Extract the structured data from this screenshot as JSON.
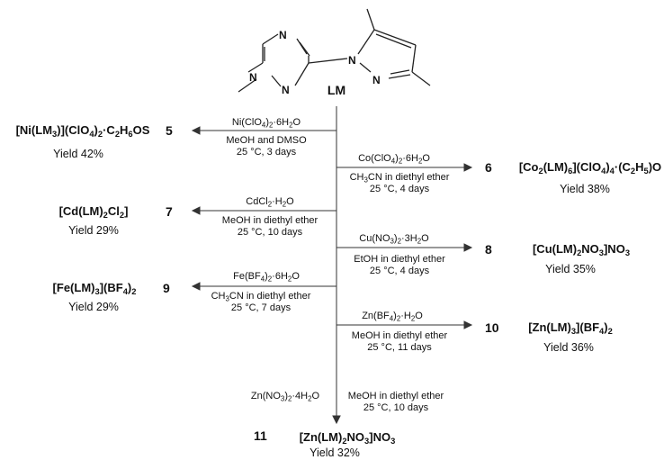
{
  "ligand": {
    "name": "LM",
    "atoms": [
      "N",
      "N",
      "N",
      "N",
      "N"
    ]
  },
  "reactions": [
    {
      "id": "r5",
      "number": "5",
      "product": [
        [
          "[Ni(LM",
          ""
        ],
        [
          "3",
          true
        ],
        [
          ")](ClO",
          ""
        ],
        [
          "4",
          true
        ],
        [
          ")",
          ""
        ],
        [
          "2",
          true
        ],
        [
          "·C",
          ""
        ],
        [
          "2",
          true
        ],
        [
          "H",
          ""
        ],
        [
          "6",
          true
        ],
        [
          "OS",
          ""
        ]
      ],
      "yield": "Yield 42%",
      "reagent": [
        [
          "Ni(ClO",
          ""
        ],
        [
          "4",
          true
        ],
        [
          ")",
          ""
        ],
        [
          "2",
          true
        ],
        [
          "·6H",
          ""
        ],
        [
          "2",
          true
        ],
        [
          "O",
          ""
        ]
      ],
      "conditions": [
        "MeOH and DMSO",
        "25 °C, 3 days"
      ]
    },
    {
      "id": "r6",
      "number": "6",
      "product": [
        [
          "[Co",
          ""
        ],
        [
          "2",
          true
        ],
        [
          "(LM)",
          ""
        ],
        [
          "6",
          true
        ],
        [
          "](ClO",
          ""
        ],
        [
          "4",
          true
        ],
        [
          ")",
          ""
        ],
        [
          "4",
          true
        ],
        [
          "·(C",
          ""
        ],
        [
          "2",
          true
        ],
        [
          "H",
          ""
        ],
        [
          "5",
          true
        ],
        [
          ")O",
          ""
        ]
      ],
      "yield": "Yield 38%",
      "reagent": [
        [
          "Co(ClO",
          ""
        ],
        [
          "4",
          true
        ],
        [
          ")",
          ""
        ],
        [
          "2",
          true
        ],
        [
          "·6H",
          ""
        ],
        [
          "2",
          true
        ],
        [
          "O",
          ""
        ]
      ],
      "conditions": [
        [
          [
            "CH",
            ""
          ],
          [
            "3",
            true
          ],
          [
            "CN in diethyl ether",
            ""
          ]
        ],
        "25 °C, 4 days"
      ]
    },
    {
      "id": "r7",
      "number": "7",
      "product": [
        [
          "[Cd(LM)",
          ""
        ],
        [
          "2",
          true
        ],
        [
          "Cl",
          ""
        ],
        [
          "2",
          true
        ],
        [
          "]",
          ""
        ]
      ],
      "yield": "Yield 29%",
      "reagent": [
        [
          "CdCl",
          ""
        ],
        [
          "2",
          true
        ],
        [
          "·H",
          ""
        ],
        [
          "2",
          true
        ],
        [
          "O",
          ""
        ]
      ],
      "conditions": [
        "MeOH in diethyl ether",
        "25 °C, 10 days"
      ]
    },
    {
      "id": "r8",
      "number": "8",
      "product": [
        [
          "[Cu(LM)",
          ""
        ],
        [
          "2",
          true
        ],
        [
          "NO",
          ""
        ],
        [
          "3",
          true
        ],
        [
          "]NO",
          ""
        ],
        [
          "3",
          true
        ]
      ],
      "yield": "Yield 35%",
      "reagent": [
        [
          "Cu(NO",
          ""
        ],
        [
          "3",
          true
        ],
        [
          ")",
          ""
        ],
        [
          "2",
          true
        ],
        [
          "·3H",
          ""
        ],
        [
          "2",
          true
        ],
        [
          "O",
          ""
        ]
      ],
      "conditions": [
        "EtOH in diethyl ether",
        "25 °C, 4 days"
      ]
    },
    {
      "id": "r9",
      "number": "9",
      "product": [
        [
          "[Fe(LM)",
          ""
        ],
        [
          "3",
          true
        ],
        [
          "](BF",
          ""
        ],
        [
          "4",
          true
        ],
        [
          ")",
          ""
        ],
        [
          "2",
          true
        ]
      ],
      "yield": "Yield 29%",
      "reagent": [
        [
          "Fe(BF",
          ""
        ],
        [
          "4",
          true
        ],
        [
          ")",
          ""
        ],
        [
          "2",
          true
        ],
        [
          "·6H",
          ""
        ],
        [
          "2",
          true
        ],
        [
          "O",
          ""
        ]
      ],
      "conditions": [
        [
          [
            "CH",
            ""
          ],
          [
            "3",
            true
          ],
          [
            "CN in diethyl ether",
            ""
          ]
        ],
        "25 °C, 7 days"
      ]
    },
    {
      "id": "r10",
      "number": "10",
      "product": [
        [
          "[Zn(LM)",
          ""
        ],
        [
          "3",
          true
        ],
        [
          "](BF",
          ""
        ],
        [
          "4",
          true
        ],
        [
          ")",
          ""
        ],
        [
          "2",
          true
        ]
      ],
      "yield": "Yield 36%",
      "reagent": [
        [
          "Zn(BF",
          ""
        ],
        [
          "4",
          true
        ],
        [
          ")",
          ""
        ],
        [
          "2",
          true
        ],
        [
          "·H",
          ""
        ],
        [
          "2",
          true
        ],
        [
          "O",
          ""
        ]
      ],
      "conditions": [
        "MeOH in diethyl ether",
        "25 °C, 11 days"
      ]
    },
    {
      "id": "r11",
      "number": "11",
      "product": [
        [
          "[Zn(LM)",
          ""
        ],
        [
          "2",
          true
        ],
        [
          "NO",
          ""
        ],
        [
          "3",
          true
        ],
        [
          "]NO",
          ""
        ],
        [
          "3",
          true
        ]
      ],
      "yield": "Yield 32%",
      "reagent": [
        [
          "Zn(NO",
          ""
        ],
        [
          "3",
          true
        ],
        [
          ")",
          ""
        ],
        [
          "2",
          true
        ],
        [
          "·4H",
          ""
        ],
        [
          "2",
          true
        ],
        [
          "O",
          ""
        ]
      ],
      "conditions": [
        "MeOH in diethyl ether",
        "25 °C, 10 days"
      ]
    }
  ]
}
